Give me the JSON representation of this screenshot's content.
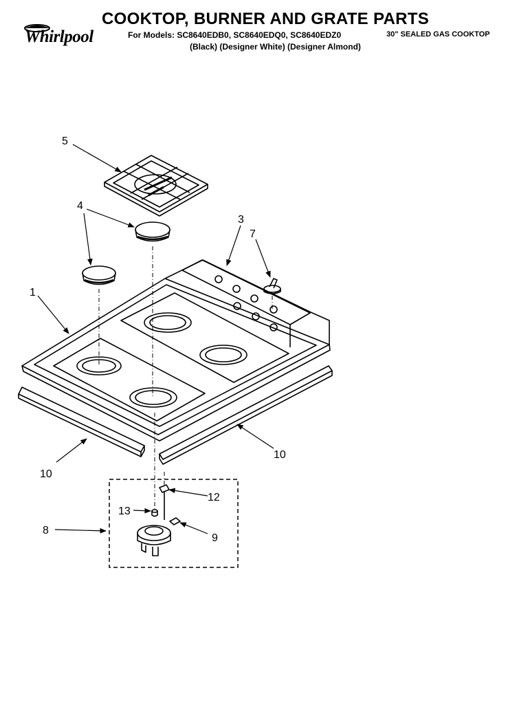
{
  "brand": {
    "logo_text": "Whirlpool"
  },
  "header": {
    "title": "COOKTOP, BURNER AND GRATE PARTS",
    "models_line": "For Models: SC8640EDB0, SC8640EDQ0, SC8640EDZ0",
    "variants_line": "(Black)  (Designer White) (Designer Almond)",
    "product_type": "30\" SEALED GAS COOKTOP"
  },
  "callouts": {
    "c1": "1",
    "c3": "3",
    "c4": "4",
    "c5": "5",
    "c7": "7",
    "c8": "8",
    "c9": "9",
    "c10a": "10",
    "c10b": "10",
    "c12": "12",
    "c13": "13"
  }
}
